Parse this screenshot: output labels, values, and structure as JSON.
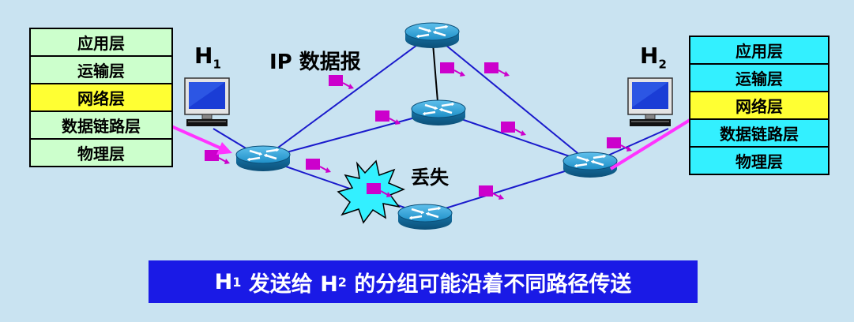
{
  "left_stack": {
    "layers": [
      "应用层",
      "运输层",
      "网络层",
      "数据链路层",
      "物理层"
    ],
    "active_layer": "网络层"
  },
  "right_stack": {
    "layers": [
      "应用层",
      "运输层",
      "网络层",
      "数据链路层",
      "物理层"
    ],
    "active_layer": "网络层"
  },
  "host1": {
    "name": "H",
    "sub": "1"
  },
  "host2": {
    "name": "H",
    "sub": "2"
  },
  "datagram_label": "IP 数据报",
  "lost_label": "丢失",
  "caption": {
    "part1": "H",
    "sub1": "1",
    "part2": " 发送给 H",
    "sub2": "2",
    "part3": " 的分组可能沿着不同路径传送"
  },
  "colors": {
    "background": "#c9e3f1",
    "link": "#1a1acc",
    "packet": "#cc00cc",
    "flow_arrow": "#ff33ff",
    "router": "#1e8fc8",
    "burst": "#33f0ff",
    "caption_bg": "#1a1ae6",
    "left_stack": "#ccffcc",
    "right_stack": "#33f0ff",
    "active_layer": "#ffff33"
  },
  "icons": [
    "computer-icon",
    "router-icon",
    "packet-icon",
    "burst-icon"
  ]
}
